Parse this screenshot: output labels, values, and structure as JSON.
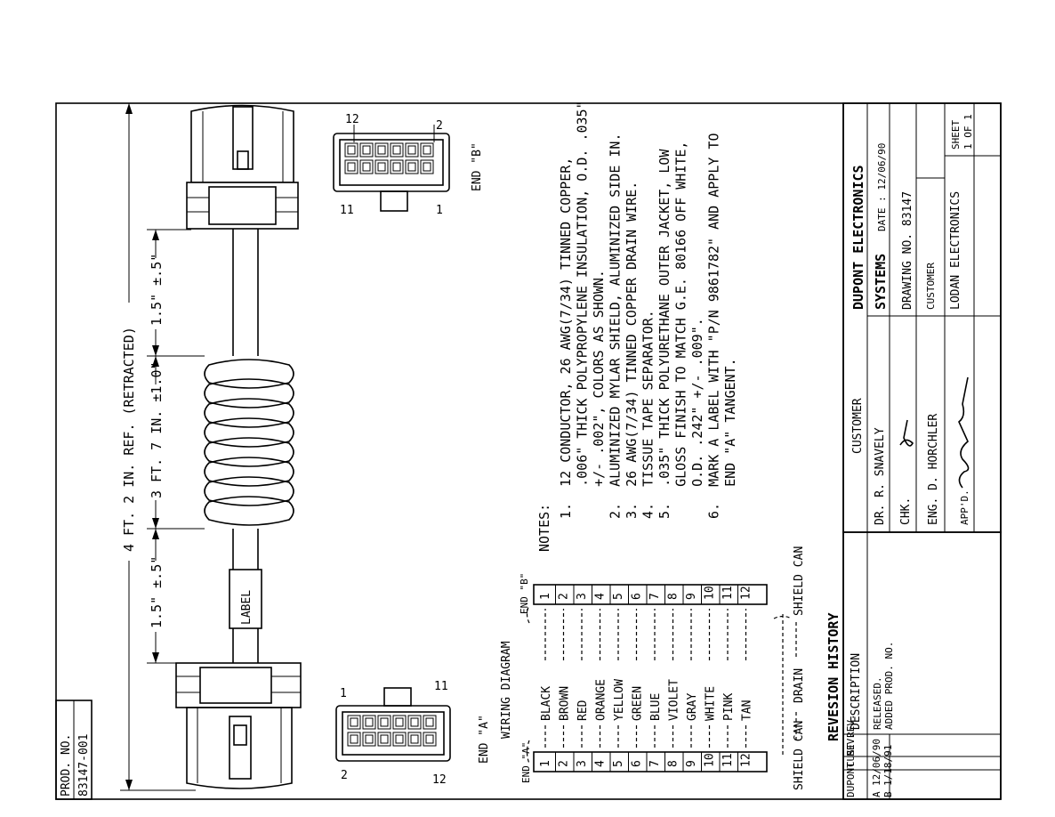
{
  "prod": {
    "label": "PROD. NO.",
    "value": "83147-001"
  },
  "dims": {
    "overall": "4 FT. 2 IN. REF. (RETRACTED)",
    "coil": "3 FT. 7 IN. ±1.0\"",
    "lead_a": "1.5\" ±.5\"",
    "lead_b": "1.5\" ±.5\""
  },
  "cable_label": "LABEL",
  "connectors": {
    "end_a": {
      "label": "END \"A\"",
      "pin_top_left": "1",
      "pin_top_right": "11",
      "pin_bot_left": "2",
      "pin_bot_right": "12"
    },
    "end_b": {
      "label": "END \"B\"",
      "pin_top_left": "12",
      "pin_top_right": "2",
      "pin_bot_left": "11",
      "pin_bot_right": "1"
    }
  },
  "wiring": {
    "title": "WIRING DIAGRAM",
    "end_a_label": "END \"A\"",
    "end_b_label": "END \"B\"",
    "pins_a": [
      "1",
      "2",
      "3",
      "4",
      "5",
      "6",
      "7",
      "8",
      "9",
      "10",
      "11",
      "12"
    ],
    "pins_b": [
      "1",
      "2",
      "3",
      "4",
      "5",
      "6",
      "7",
      "8",
      "9",
      "10",
      "11",
      "12"
    ],
    "colors": [
      "BLACK",
      "BROWN",
      "RED",
      "ORANGE",
      "YELLOW",
      "GREEN",
      "BLUE",
      "VIOLET",
      "GRAY",
      "WHITE",
      "PINK",
      "TAN"
    ],
    "drain": "DRAIN",
    "shield_can": "SHIELD CAN"
  },
  "notes": {
    "title": "NOTES:",
    "lines": [
      "1.  12 CONDUCTOR, 26 AWG(7/34) TINNED COPPER,",
      "    .006\" THICK POLYPROPYLENE INSULATION, O.D. .035\"",
      "    +/- .002\", COLORS AS SHOWN.",
      "2.  ALUMINIZED MYLAR SHIELD, ALUMINIZED SIDE IN.",
      "3.  26 AWG(7/34) TINNED COPPER DRAIN WIRE.",
      "4.  TISSUE TAPE SEPARATOR.",
      "5.  .035\" THICK POLYURETHANE OUTER JACKET, LOW",
      "    GLOSS FINISH TO MATCH G.E. 80166 OFF WHITE,",
      "    O.D. .242\" +/- .009\".",
      "6.  MARK A LABEL WITH \"P/N 9861782\" AND APPLY TO",
      "    END \"A\" TANGENT."
    ]
  },
  "revision": {
    "title": "REVESION HISTORY",
    "headers": [
      "DUPONT REV.",
      "CUST REV.",
      "DESCRIPTION"
    ],
    "rows": [
      {
        "rev": "A",
        "date": "12/06/90",
        "desc": "RELEASED."
      },
      {
        "rev": "B",
        "date": "1/18/91",
        "desc": "ADDED PROD. NO."
      }
    ]
  },
  "title_block": {
    "customer_hdr": "CUSTOMER",
    "dr": "DR.  R. SNAVELY",
    "chk": "CHK.",
    "eng": "ENG. D. HORCHLER",
    "appd": "APP'D.",
    "company": "DUPONT ELECTRONICS",
    "systems": "SYSTEMS",
    "date": "DATE : 12/06/90",
    "drawing_no": "DRAWING NO.  83147",
    "customer_lbl": "CUSTOMER",
    "customer": "LODAN ELECTRONICS",
    "sheet_lbl": "SHEET",
    "sheet": "1 OF 1"
  }
}
